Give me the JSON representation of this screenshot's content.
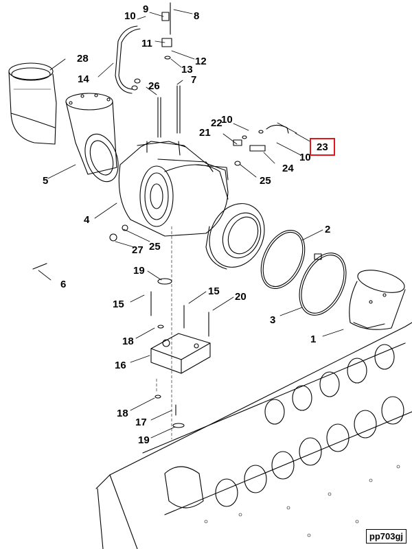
{
  "diagram": {
    "reference": "pp703gj",
    "highlight_color": "#e0161b",
    "selected_callout": "23",
    "callouts": [
      {
        "id": "c1",
        "text": "1"
      },
      {
        "id": "c2",
        "text": "2"
      },
      {
        "id": "c3",
        "text": "3"
      },
      {
        "id": "c4",
        "text": "4"
      },
      {
        "id": "c5",
        "text": "5"
      },
      {
        "id": "c6",
        "text": "6"
      },
      {
        "id": "c7",
        "text": "7"
      },
      {
        "id": "c8",
        "text": "8"
      },
      {
        "id": "c9",
        "text": "9"
      },
      {
        "id": "c10a",
        "text": "10"
      },
      {
        "id": "c10b",
        "text": "10"
      },
      {
        "id": "c10c",
        "text": "10"
      },
      {
        "id": "c11",
        "text": "11"
      },
      {
        "id": "c12",
        "text": "12"
      },
      {
        "id": "c13",
        "text": "13"
      },
      {
        "id": "c14",
        "text": "14"
      },
      {
        "id": "c15a",
        "text": "15"
      },
      {
        "id": "c15b",
        "text": "15"
      },
      {
        "id": "c16",
        "text": "16"
      },
      {
        "id": "c17",
        "text": "17"
      },
      {
        "id": "c18a",
        "text": "18"
      },
      {
        "id": "c18b",
        "text": "18"
      },
      {
        "id": "c19a",
        "text": "19"
      },
      {
        "id": "c19b",
        "text": "19"
      },
      {
        "id": "c20",
        "text": "20"
      },
      {
        "id": "c21",
        "text": "21"
      },
      {
        "id": "c22",
        "text": "22"
      },
      {
        "id": "c23",
        "text": "23"
      },
      {
        "id": "c24",
        "text": "24"
      },
      {
        "id": "c25a",
        "text": "25"
      },
      {
        "id": "c25b",
        "text": "25"
      },
      {
        "id": "c26",
        "text": "26"
      },
      {
        "id": "c27",
        "text": "27"
      },
      {
        "id": "c28",
        "text": "28"
      }
    ]
  }
}
